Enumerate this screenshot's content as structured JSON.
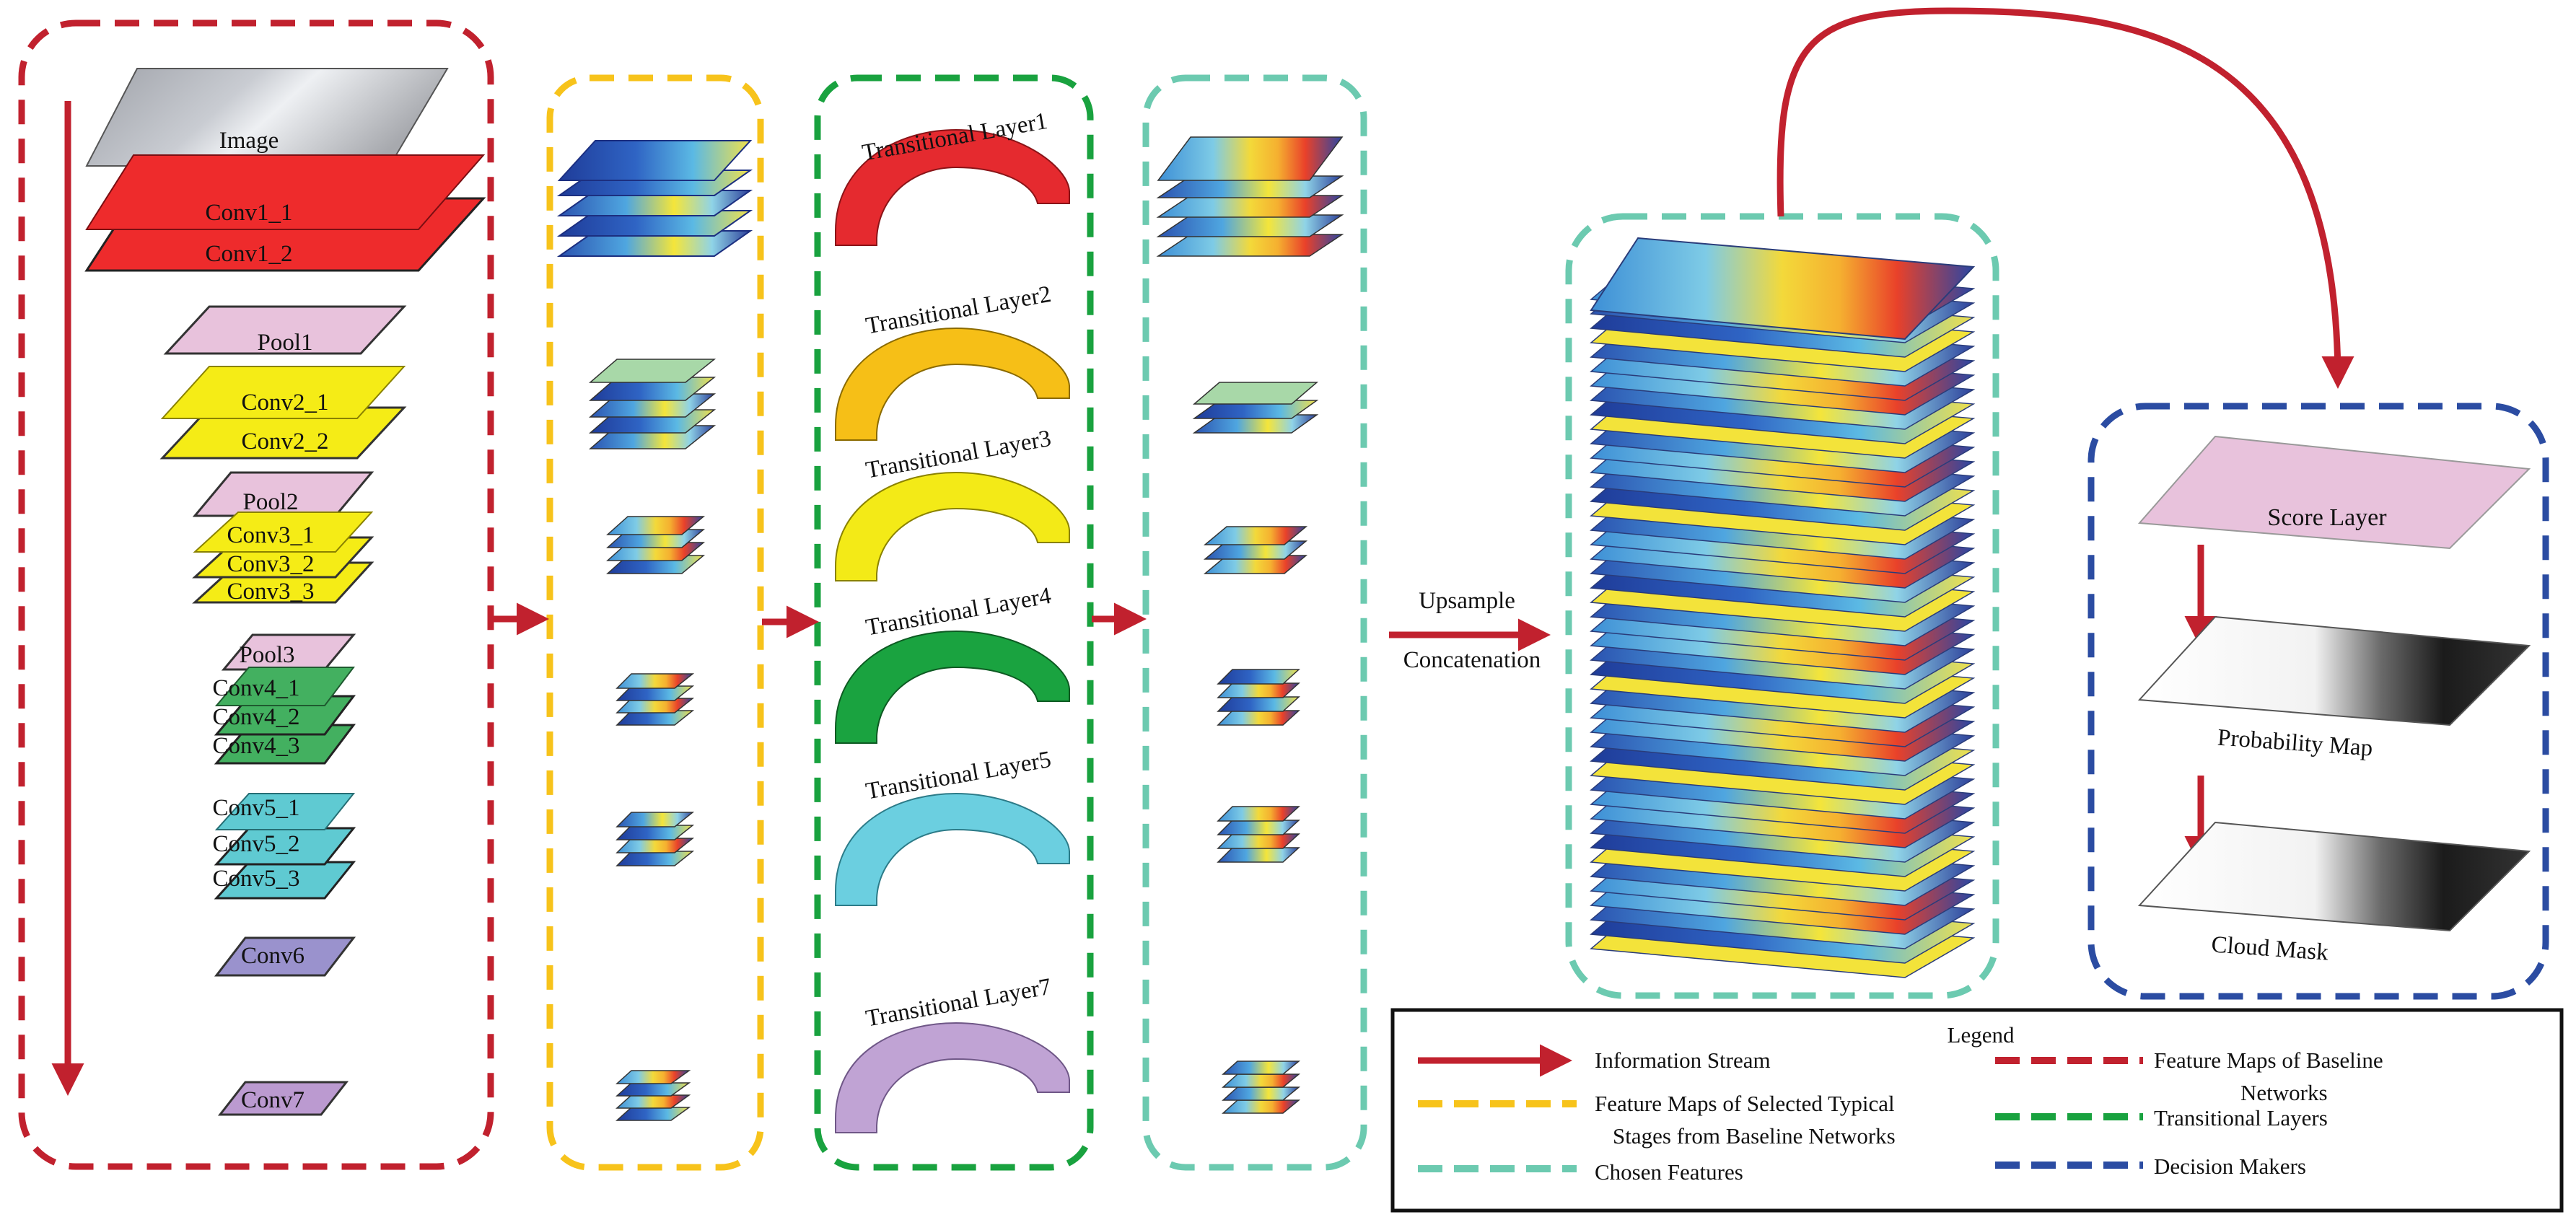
{
  "colors": {
    "red": "#c1212e",
    "yellow": "#f7c31b",
    "green": "#19a23f",
    "teal": "#6ccab0",
    "blue": "#2b4ca2",
    "conv1": "#ee2b2c",
    "pool": "#e8c2dc",
    "conv2": "#f5ec16",
    "conv4": "#43b060",
    "conv5": "#5fcad2",
    "conv6": "#9a92cd",
    "conv7": "#bb9ad0"
  },
  "baseline": {
    "image": "Image",
    "conv1_1": "Conv1_1",
    "conv1_2": "Conv1_2",
    "pool1": "Pool1",
    "conv2_1": "Conv2_1",
    "conv2_2": "Conv2_2",
    "pool2": "Pool2",
    "conv3_1": "Conv3_1",
    "conv3_2": "Conv3_2",
    "conv3_3": "Conv3_3",
    "pool3": "Pool3",
    "conv4_1": "Conv4_1",
    "conv4_2": "Conv4_2",
    "conv4_3": "Conv4_3",
    "conv5_1": "Conv5_1",
    "conv5_2": "Conv5_2",
    "conv5_3": "Conv5_3",
    "conv6": "Conv6",
    "conv7": "Conv7"
  },
  "transitional": [
    {
      "label": "Transitional Layer1",
      "color": "#e52a2f"
    },
    {
      "label": "Transitional Layer2",
      "color": "#f6bf17"
    },
    {
      "label": "Transitional Layer3",
      "color": "#f3ea17"
    },
    {
      "label": "Transitional Layer4",
      "color": "#1aa340"
    },
    {
      "label": "Transitional Layer5",
      "color": "#6bcfe0"
    },
    {
      "label": "Transitional Layer7",
      "color": "#c0a3d4"
    }
  ],
  "middle": {
    "upsample": "Upsample",
    "concatenation": "Concatenation"
  },
  "decision": {
    "score": "Score Layer",
    "probability": "Probability Map",
    "mask": "Cloud Mask"
  },
  "legend": {
    "title": "Legend",
    "info_stream": "Information Stream",
    "selected_line1": "Feature Maps of Selected Typical",
    "selected_line2": "Stages from Baseline Networks",
    "chosen": "Chosen Features",
    "baseline_line1": "Feature Maps of Baseline",
    "baseline_line2": "Networks",
    "transitional": "Transitional Layers",
    "decision": "Decision Makers"
  }
}
